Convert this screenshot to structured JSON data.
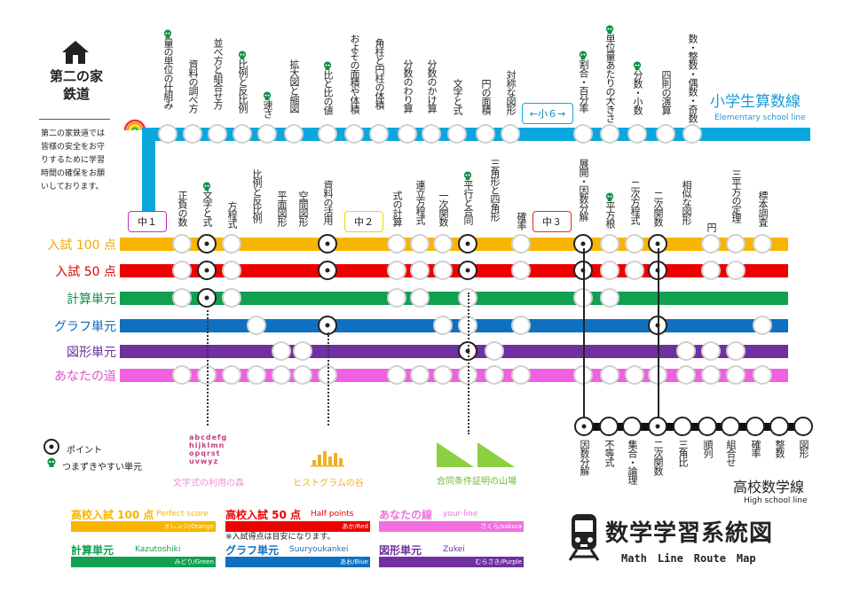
{
  "header": {
    "logo_title": "第二の家\n鉄道",
    "notice": "第二の家鉄道では皆様の安全をお守りするために学習時間の確保をお願いしております。"
  },
  "elementary": {
    "name": "小学生算数線",
    "name_en": "Elementary school line",
    "color": "#0aa7df",
    "level_label": "←小６→",
    "stations": [
      {
        "label": "量の単位の仕組み",
        "skull": true
      },
      {
        "label": "資料の調べ方",
        "skull": false
      },
      {
        "label": "並べ方と組合せ方",
        "skull": false
      },
      {
        "label": "比例と反比例",
        "skull": true
      },
      {
        "label": "速さ",
        "skull": true
      },
      {
        "label": "拡大図と縮図",
        "skull": false
      },
      {
        "label": "比と比の値",
        "skull": true
      },
      {
        "label": "およその面積や体積",
        "skull": false
      },
      {
        "label": "角柱と円柱の体積",
        "skull": false
      },
      {
        "label": "分数のわり算",
        "skull": false
      },
      {
        "label": "分数のかけ算",
        "skull": false
      },
      {
        "label": "文字と式",
        "skull": false
      },
      {
        "label": "円の面積",
        "skull": false
      },
      {
        "label": "対称な図形",
        "skull": false
      },
      {
        "label": "割合・百分率",
        "skull": true
      },
      {
        "label": "単位量あたりの大きさ",
        "skull": true
      },
      {
        "label": "分数・小数",
        "skull": true
      },
      {
        "label": "四則の演算",
        "skull": false
      },
      {
        "label": "数・整数・偶数・奇数",
        "skull": false
      }
    ]
  },
  "middle": {
    "levels": [
      {
        "label": "中１",
        "color": "#c030c0"
      },
      {
        "label": "中２",
        "color": "#e8d800"
      },
      {
        "label": "中３",
        "color": "#e03010"
      }
    ],
    "stations": [
      {
        "label": "正負の数",
        "skull": false
      },
      {
        "label": "文字と式",
        "skull": true
      },
      {
        "label": "方程式",
        "skull": false
      },
      {
        "label": "比例と反比例",
        "skull": false
      },
      {
        "label": "平面図形",
        "skull": false
      },
      {
        "label": "空間図形",
        "skull": false
      },
      {
        "label": "資料の活用",
        "skull": false
      },
      {
        "label": "式の計算",
        "skull": false
      },
      {
        "label": "連立方程式",
        "skull": false
      },
      {
        "label": "一次関数",
        "skull": false
      },
      {
        "label": "平行と合同",
        "skull": true
      },
      {
        "label": "三角形と四角形",
        "skull": false
      },
      {
        "label": "確率",
        "skull": false
      },
      {
        "label": "展開・因数分解",
        "skull": false
      },
      {
        "label": "平方根",
        "skull": true
      },
      {
        "label": "二次方程式",
        "skull": false
      },
      {
        "label": "二次関数",
        "skull": false
      },
      {
        "label": "相似な図形",
        "skull": false
      },
      {
        "label": "円",
        "skull": false
      },
      {
        "label": "三平方の定理",
        "skull": false
      },
      {
        "label": "標本調査",
        "skull": false
      }
    ]
  },
  "lines": [
    {
      "name": "入試 100 点",
      "color": "#f7b500",
      "text_color": "#f0a800"
    },
    {
      "name": "入試 50 点",
      "color": "#ee0000",
      "text_color": "#e00000"
    },
    {
      "name": "計算単元",
      "color": "#10a050",
      "text_color": "#109048"
    },
    {
      "name": "グラフ単元",
      "color": "#1070c0",
      "text_color": "#1068b8"
    },
    {
      "name": "図形単元",
      "color": "#7030a0",
      "text_color": "#6a2e98"
    },
    {
      "name": "あなたの道",
      "color": "#f060e0",
      "text_color": "#e050d0"
    }
  ],
  "high": {
    "name": "高校数学線",
    "name_en": "High school line",
    "stations": [
      "因数分解",
      "不等式",
      "集合・論理",
      "二次関数",
      "三角比",
      "順列",
      "組合せ",
      "確率",
      "整数",
      "図形"
    ]
  },
  "legend": {
    "point": "ポイント",
    "stumble": "つまずきやすい単元",
    "note": "※入試得点は目安になります。",
    "items": [
      {
        "title": "高校入試 100 点",
        "en": "Perfect score",
        "sub": "オレンジ/Orange",
        "color": "#f7b500"
      },
      {
        "title": "高校入試 50 点",
        "en": "Half points",
        "sub": "あか/Red",
        "color": "#ee0000"
      },
      {
        "title": "あなたの線",
        "en": "your line",
        "sub": "さくら/sakura",
        "color": "#f070e0"
      },
      {
        "title": "計算単元",
        "en": "Kazutoshiki",
        "sub": "みどり/Green",
        "color": "#10a050"
      },
      {
        "title": "グラフ単元",
        "en": "Suuryoukankei",
        "sub": "あお/Blue",
        "color": "#1070c0"
      },
      {
        "title": "図形単元",
        "en": "Zukei",
        "sub": "むらさき/Purple",
        "color": "#7030a0"
      }
    ]
  },
  "landmarks": [
    {
      "label": "文字式の利用の森",
      "glyphs": "abcdefg hijklmn opqrst uvwyz"
    },
    {
      "label": "ヒストグラムの谷"
    },
    {
      "label": "合同条件証明の山場"
    }
  ],
  "map_title": "数学学習系統図",
  "map_subtitle": "Math　Line　Route　Map"
}
